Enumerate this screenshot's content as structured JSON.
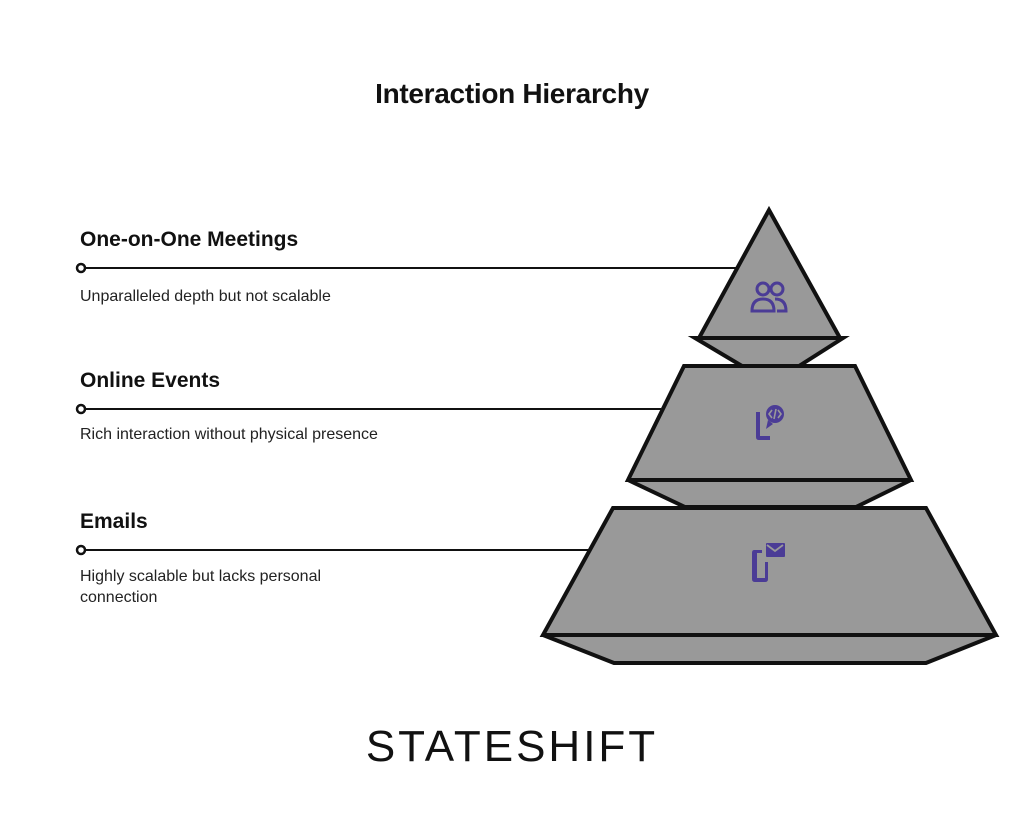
{
  "title": "Interaction Hierarchy",
  "levels": [
    {
      "heading": "One-on-One Meetings",
      "description": "Unparalleled depth but not scalable",
      "icon": "people-icon"
    },
    {
      "heading": "Online Events",
      "description": "Rich interaction without physical presence",
      "icon": "phone-code-chat-icon"
    },
    {
      "heading": "Emails",
      "description": "Highly scalable but lacks personal connection",
      "icon": "phone-mail-icon"
    }
  ],
  "colors": {
    "fill": "#999999",
    "stroke": "#111111",
    "icon": "#4b3c96"
  },
  "logo": "STATESHIFT"
}
